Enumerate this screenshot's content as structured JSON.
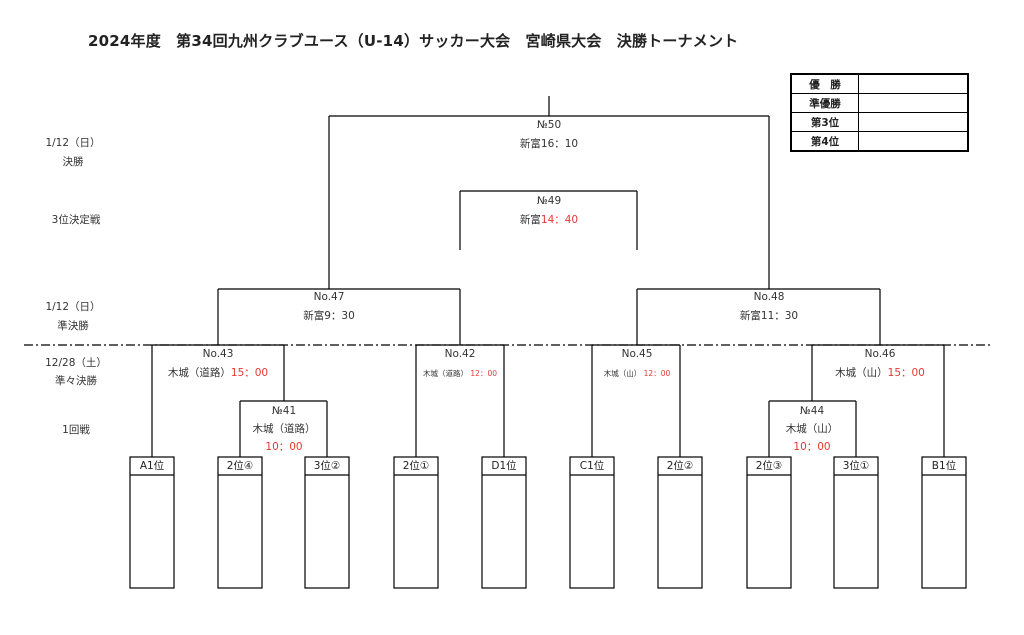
{
  "title": "2024年度　第34回九州クラブユース（U-14）サッカー大会　宮崎県大会　決勝トーナメント",
  "results_table": [
    {
      "label": "優　勝",
      "value": ""
    },
    {
      "label": "準優勝",
      "value": ""
    },
    {
      "label": "第3位",
      "value": ""
    },
    {
      "label": "第4位",
      "value": ""
    }
  ],
  "rounds": {
    "final_date": "1/12（日）",
    "final": "決勝",
    "third_place": "3位決定戦",
    "semi_date": "1/12（日）",
    "semi": "準決勝",
    "qf_date": "12/28（土）",
    "qf": "準々決勝",
    "r1": "1回戦"
  },
  "matches": {
    "m50": {
      "no": "№50",
      "venue": "新富",
      "time": "16：10"
    },
    "m49": {
      "no": "№49",
      "venue": "新富",
      "time": "14：40"
    },
    "m47": {
      "no": "No.47",
      "venue": "新富",
      "time": "9：30"
    },
    "m48": {
      "no": "No.48",
      "venue": "新富",
      "time": "11：30"
    },
    "m43": {
      "no": "No.43",
      "venue": "木城（道路）",
      "time": "15：00"
    },
    "m42": {
      "no": "No.42",
      "venue": "木城（道路）",
      "time": "12：00"
    },
    "m45": {
      "no": "No.45",
      "venue": "木城（山）",
      "time": "12：00"
    },
    "m46": {
      "no": "No.46",
      "venue": "木城（山）",
      "time": "15：00"
    },
    "m41": {
      "no": "№41",
      "venue": "木城（道路）",
      "time": "10：00"
    },
    "m44": {
      "no": "№44",
      "venue": "木城（山）",
      "time": "10：00"
    }
  },
  "teams": [
    "A1位",
    "2位④",
    "3位②",
    "2位①",
    "D1位",
    "C1位",
    "2位②",
    "2位③",
    "3位①",
    "B1位"
  ],
  "colors": {
    "accent_time": "#e53935",
    "line": "#000000"
  }
}
